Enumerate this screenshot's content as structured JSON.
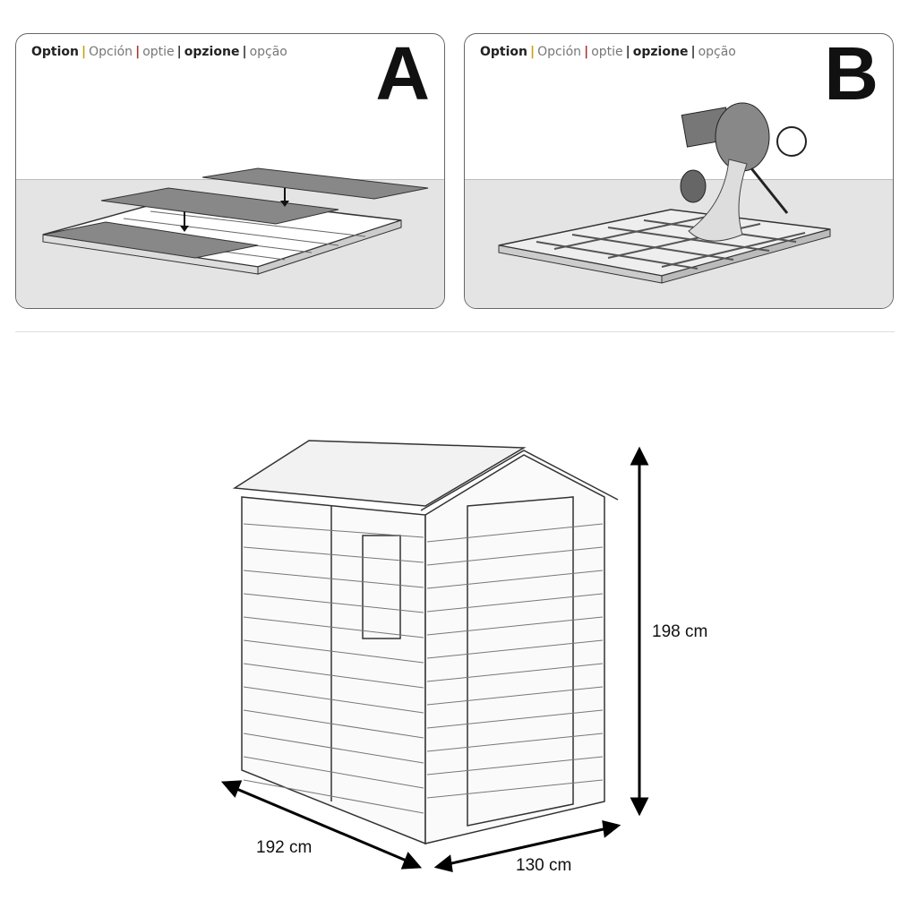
{
  "options": {
    "en": "Option",
    "es": "Opción",
    "nl": "optie",
    "it": "opzione",
    "pt": "opção",
    "sep": "|"
  },
  "panel_a": {
    "letter": "A"
  },
  "panel_b": {
    "letter": "B"
  },
  "dimensions": {
    "height": "198 cm",
    "depth": "192 cm",
    "width": "130 cm"
  }
}
